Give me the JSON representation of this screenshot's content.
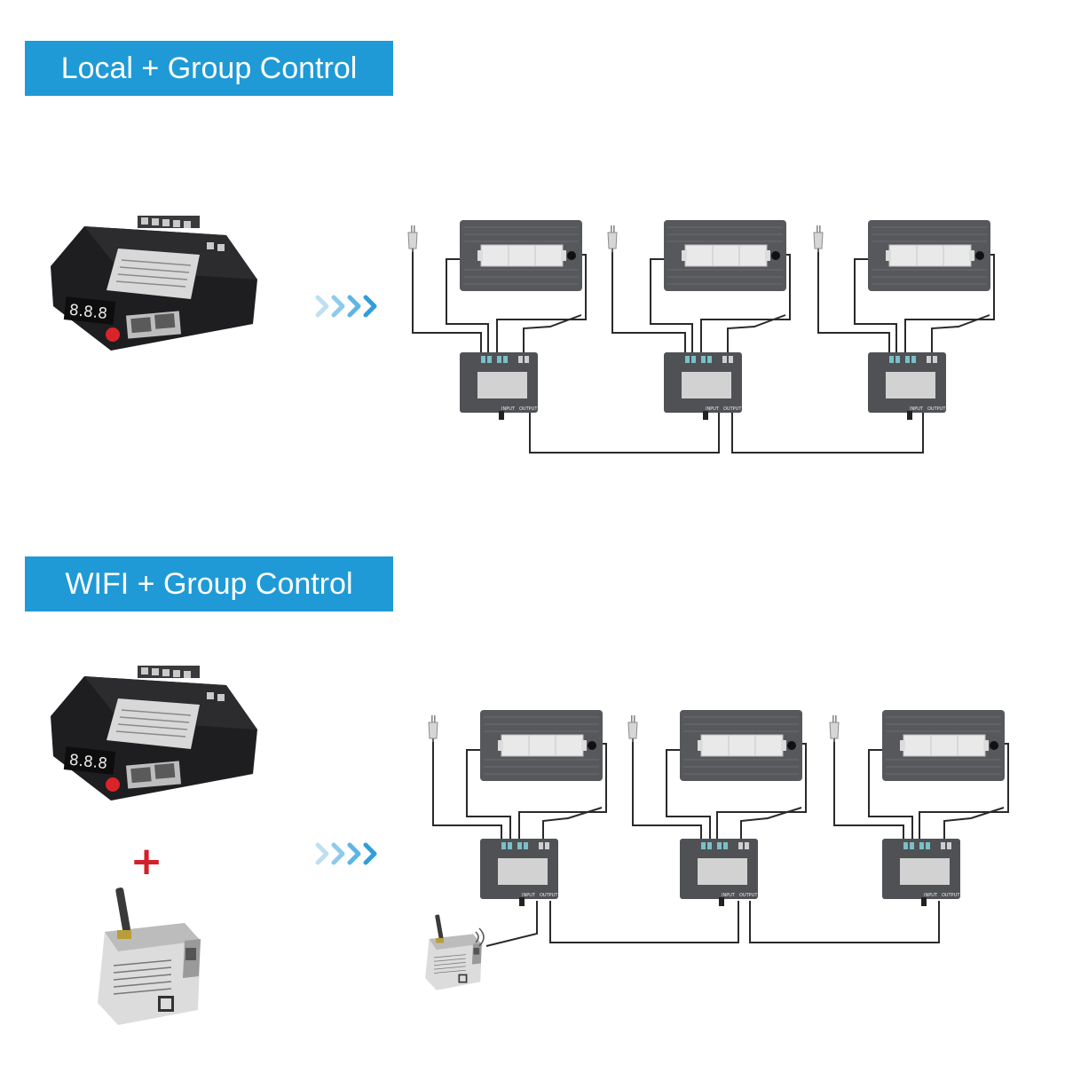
{
  "sections": [
    {
      "title": "Local + Group Control",
      "controller_display": "8.8.8",
      "units": 3,
      "unit_input_label": "INPUT",
      "unit_output_label": "OUTPUT"
    },
    {
      "title": "WIFI + Group Control",
      "controller_display": "8.8.8",
      "units": 3,
      "plus_sign": "+",
      "unit_input_label": "INPUT",
      "unit_output_label": "OUTPUT"
    }
  ],
  "colors": {
    "banner": "#1f9ad6",
    "arrow": "#3aa6e0",
    "plus": "#d3202a",
    "heatsink": "#56585c",
    "controller_body": "#1e1e20",
    "led": "#d8242a"
  },
  "icons": [
    "controller-device",
    "led-light-fixture",
    "power-plug",
    "control-box",
    "wifi-module",
    "double-chevron-arrow"
  ]
}
